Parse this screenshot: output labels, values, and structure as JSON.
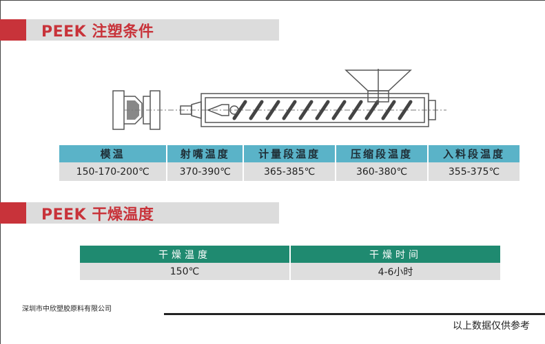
{
  "section1": {
    "title": "PEEK 注塑条件"
  },
  "temp_table": {
    "headers": [
      "模温",
      "射嘴温度",
      "计量段温度",
      "压缩段温度",
      "入料段温度"
    ],
    "values": [
      "150-170-200℃",
      "370-390℃",
      "365-385℃",
      "360-380℃",
      "355-375℃"
    ]
  },
  "section2": {
    "title": "PEEK 干燥温度"
  },
  "dry_table": {
    "headers": [
      "干燥温度",
      "干燥时间"
    ],
    "values": [
      "150℃",
      "4-6小时"
    ]
  },
  "footer": {
    "company": "深圳市中欣塑胶原料有限公司",
    "note": "以上数据仅供参考"
  },
  "colors": {
    "accent_red": "#c8333a",
    "temp_header": "#5ab3c8",
    "dry_header": "#1f8a70",
    "cell_bg": "#dedede"
  }
}
